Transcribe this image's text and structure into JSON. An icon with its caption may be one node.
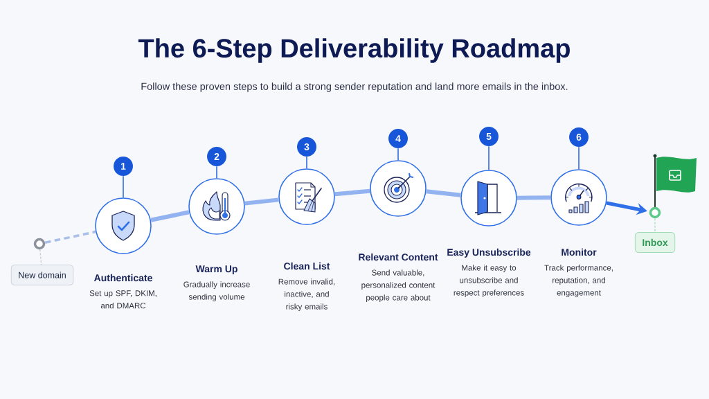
{
  "diagram": {
    "title": "The 6-Step Deliverability Roadmap",
    "nodes": [
      {
        "text": [],
        "shape": "circle"
      },
      {
        "text": [
          "New domain"
        ]
      },
      {
        "text": [
          "1"
        ]
      },
      {
        "text": [],
        "shape": "circle",
        "beside": [
          "Authenticate",
          "Set up SPF, DKIM, and DMARC"
        ]
      },
      {
        "text": [
          "2"
        ]
      },
      {
        "text": [],
        "shape": "circle",
        "beside": [
          "Warm Up",
          "Gradually increase sending volume"
        ]
      },
      {
        "text": [
          "3"
        ]
      },
      {
        "text": [],
        "shape": "circle",
        "beside": [
          "Clean List",
          "Remove invalid, inactive, and risky emails"
        ]
      },
      {
        "text": [
          "4"
        ]
      },
      {
        "text": [],
        "shape": "circle",
        "beside": [
          "Relevant Content",
          "Send valuable, personalized content people care about"
        ]
      },
      {
        "text": [
          "5"
        ]
      },
      {
        "text": [],
        "shape": "circle",
        "beside": [
          "Easy Unsubscribe",
          "Make it easy to unsubscribe and respect preferences"
        ]
      },
      {
        "text": [
          "6"
        ]
      },
      {
        "text": [],
        "shape": "circle",
        "beside": [
          "Monitor",
          "Track performance, reputation, and engagement"
        ]
      },
      {
        "text": [],
        "shape": "circle"
      },
      {
        "text": [
          "Inbox"
        ]
      }
    ],
    "edges": [
      {
        "from": 0,
        "to": 1,
        "arrow": "none",
        "style": "dashed",
        "color": "#c4cad6"
      },
      {
        "from": 0,
        "to": 3,
        "arrow": "none",
        "style": "dashed",
        "color": "#a9bfe9"
      },
      {
        "from": 2,
        "to": 3,
        "arrow": "none"
      },
      {
        "from": 3,
        "to": 5,
        "arrow": "none",
        "style": "thick",
        "color": "#93b3f0"
      },
      {
        "from": 4,
        "to": 5,
        "arrow": "none"
      },
      {
        "from": 5,
        "to": 7,
        "arrow": "none",
        "style": "thick",
        "color": "#93b3f0"
      },
      {
        "from": 6,
        "to": 7,
        "arrow": "none"
      },
      {
        "from": 7,
        "to": 9,
        "arrow": "none",
        "style": "thick",
        "color": "#93b3f0"
      },
      {
        "from": 8,
        "to": 9,
        "arrow": "none"
      },
      {
        "from": 9,
        "to": 11,
        "arrow": "none",
        "style": "thick",
        "color": "#93b3f0"
      },
      {
        "from": 10,
        "to": 11,
        "arrow": "none"
      },
      {
        "from": 11,
        "to": 13,
        "arrow": "none",
        "style": "thick",
        "color": "#93b3f0"
      },
      {
        "from": 12,
        "to": 13,
        "arrow": "none"
      },
      {
        "from": 13,
        "to": 14,
        "arrow": "to",
        "style": "thick",
        "color": "#2f6fe8"
      },
      {
        "from": 14,
        "to": 15,
        "arrow": "none",
        "style": "dashed",
        "color": "#a6dcbb"
      }
    ],
    "labels": [
      "Follow these proven steps to build a strong sender reputation and land more emails in the inbox."
    ]
  }
}
